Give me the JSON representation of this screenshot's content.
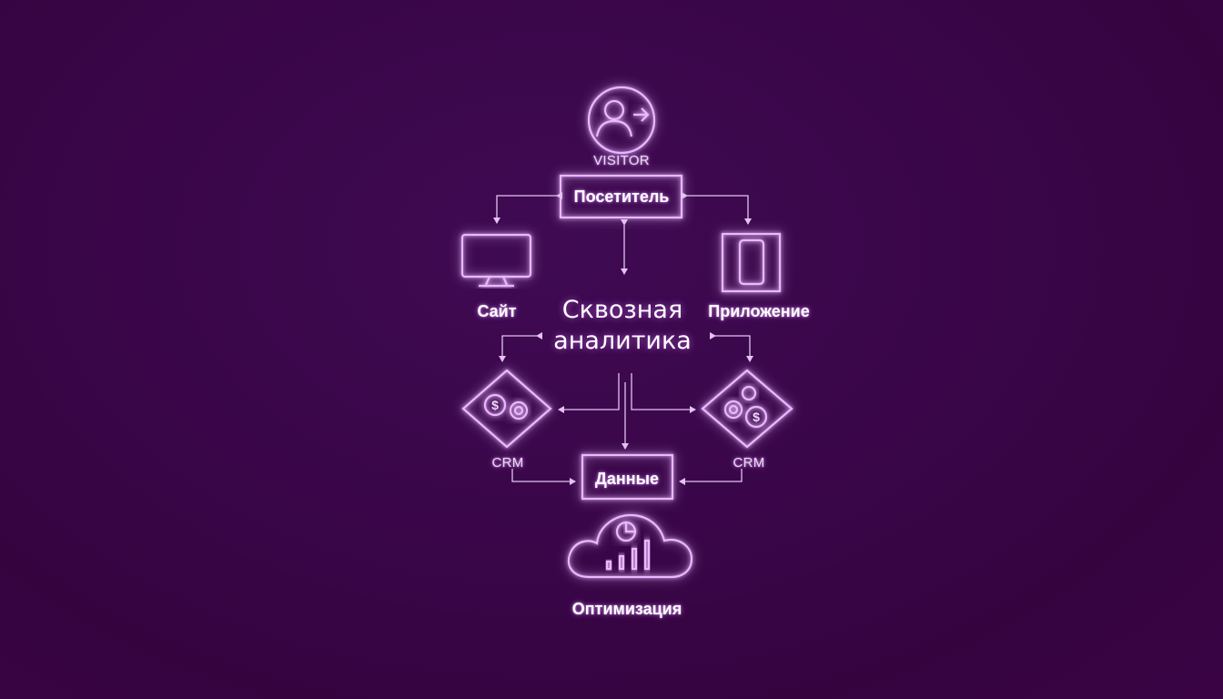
{
  "diagram": {
    "title_line1": "Сквозная",
    "title_line2": "аналитика",
    "nodes": {
      "visitor_caption": "VISITOR",
      "visitor_box": "Посетитель",
      "site": "Сайт",
      "app": "Приложение",
      "crm_left": "CRM",
      "crm_right": "CRM",
      "data_box": "Данные",
      "optimization": "Оптимизация"
    },
    "icons": {
      "visitor": "user-arrow-icon",
      "site": "monitor-icon",
      "app": "smartphone-icon",
      "crm": "gears-dollar-icon",
      "cloud": "cloud-chart-icon"
    },
    "colors": {
      "background": "#3a0649",
      "neon": "#e9b8ff",
      "text": "#ffffff"
    }
  }
}
